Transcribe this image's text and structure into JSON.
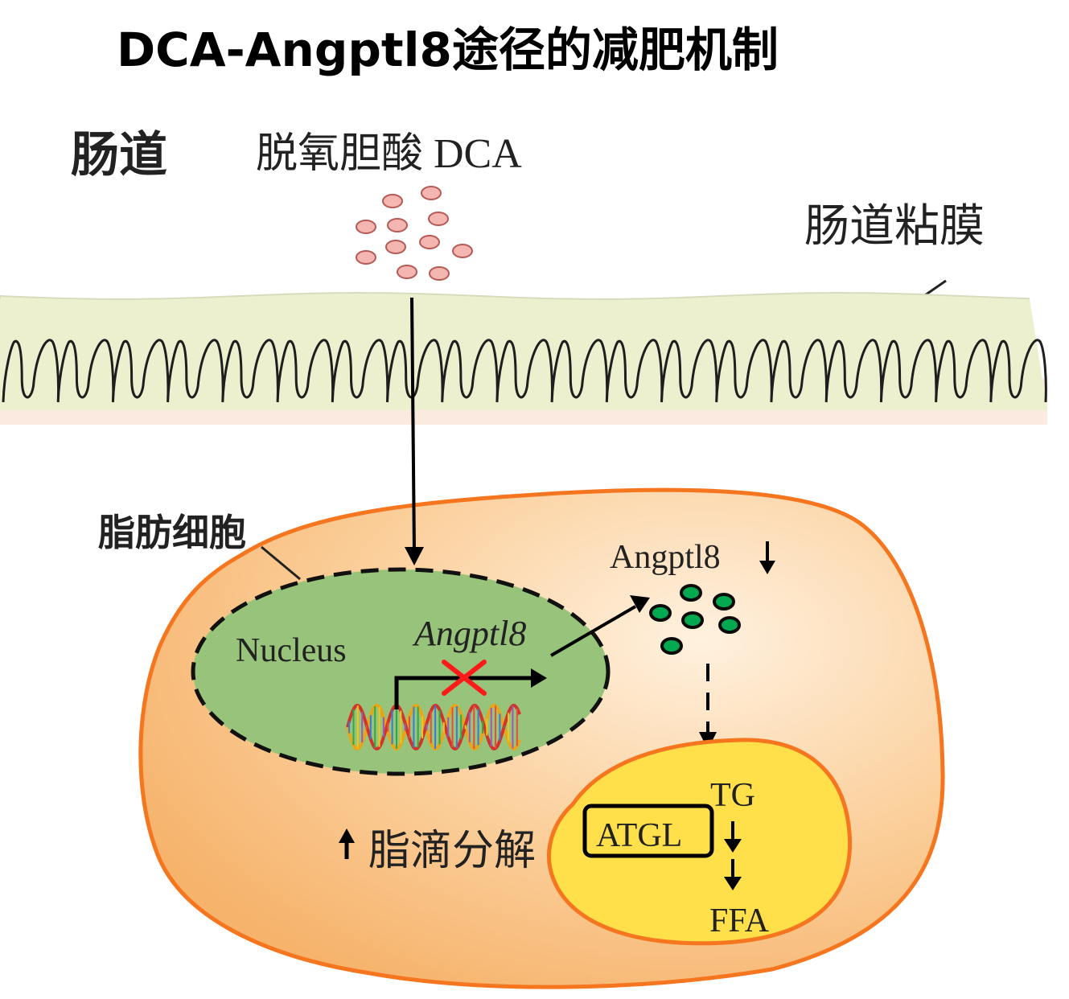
{
  "title": "DCA-Angptl8途径的减肥机制",
  "labels": {
    "intestine": "肠道",
    "dca": "脱氧胆酸 DCA",
    "mucosa": "肠道粘膜",
    "adipocyte": "脂肪细胞",
    "nucleus": "Nucleus",
    "gene": "Angptl8",
    "protein": "Angptl8",
    "lipolysis": "脂滴分解",
    "tg": "TG",
    "atgl": "ATGL",
    "ffa": "FFA"
  },
  "icons": {
    "protein_down": "arrow-down-icon",
    "lipolysis_up": "arrow-up-icon",
    "blocked": "red-x-icon",
    "dna": "dna-helix-icon"
  },
  "colors": {
    "dca_particle": "#f4b6b0",
    "angptl8_particle": "#00a84f",
    "mucosa": "#ecf0cf",
    "mucosa_base": "#fbeae0",
    "cell": "#f6b978",
    "cell_border": "#f5761f",
    "nucleus": "#97c47a",
    "lipid_droplet": "#ffe04a",
    "block_mark": "#ff1a1a"
  }
}
